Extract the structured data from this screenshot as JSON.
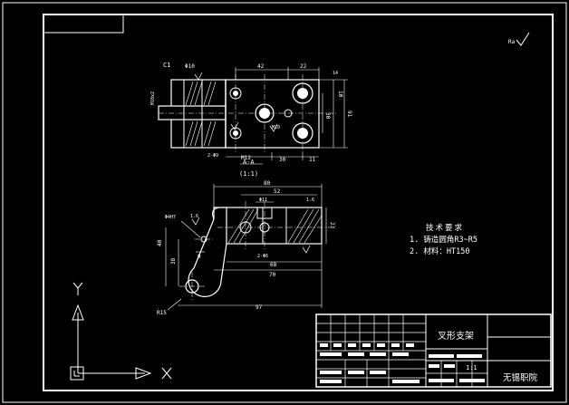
{
  "roughness": {
    "mark": "Ra"
  },
  "top_view": {
    "labels": {
      "c1": "C1",
      "phi10": "Φ10",
      "dim42": "42",
      "dim22": "22",
      "dim10": "10",
      "dim30": "30",
      "dim91": "91",
      "m10": "M10",
      "m12": "M12",
      "m10x2": "M10x2",
      "holes": "2-Φ9",
      "dim30b": "30",
      "dim11": "11",
      "dim14": "14"
    },
    "section_label": "A-A",
    "scale_label": "(1:1)"
  },
  "front_view": {
    "labels": {
      "dim80": "80",
      "dim52": "52",
      "dim41": "Φ11",
      "dim18": "1.6",
      "dim23": "23",
      "fit": "Φ4H7",
      "ang": "1.6",
      "dim40": "40",
      "dim38": "38",
      "dim9": "9",
      "holes": "2-Φ6",
      "dim68": "68",
      "dim70": "70",
      "r15": "R15",
      "dim97": "97"
    }
  },
  "axes": {
    "y": "Y",
    "x": "X"
  },
  "notes": {
    "header": "技术要求",
    "items": [
      "1. 铸造圆角R3~R5",
      "2. 材料：HT150"
    ]
  },
  "title_block": {
    "part_name": "叉形支架",
    "scale": "1:1",
    "school": "无锡职院"
  }
}
